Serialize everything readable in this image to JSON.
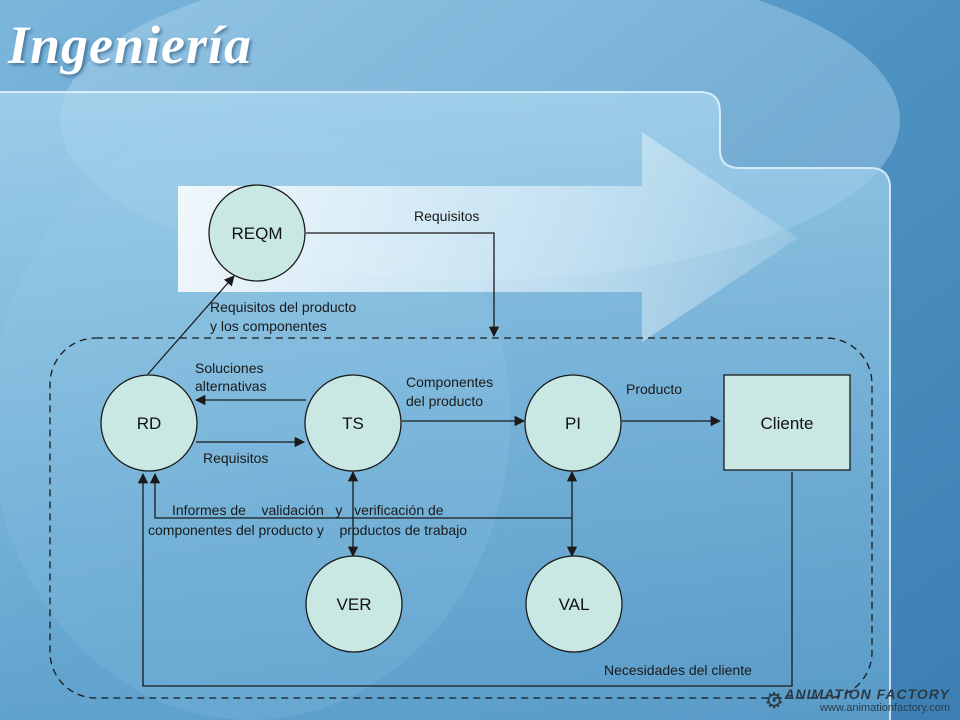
{
  "slide": {
    "title": "Ingeniería"
  },
  "nodes": {
    "reqm": "REQM",
    "rd": "RD",
    "ts": "TS",
    "pi": "PI",
    "ver": "VER",
    "val": "VAL",
    "cliente": "Cliente"
  },
  "labels": {
    "requisitos_top": "Requisitos",
    "req_producto_1": "Requisitos del producto",
    "req_producto_2": "y los componentes",
    "soluciones_1": "Soluciones",
    "soluciones_2": "alternativas",
    "componentes_1": "Componentes",
    "componentes_2": "del producto",
    "producto": "Producto",
    "requisitos_mid": "Requisitos",
    "informes_1": "Informes de    validación   y   verificación de",
    "informes_2": "componentes del producto y    productos de trabajo",
    "necesidades": "Necesidades del cliente"
  },
  "branding": {
    "name": "ANIMATION FACTORY",
    "url": "www.animationfactory.com"
  },
  "colors": {
    "node_fill": "#c9e8e3",
    "line": "#1a1a1a",
    "title": "#ffffff"
  }
}
